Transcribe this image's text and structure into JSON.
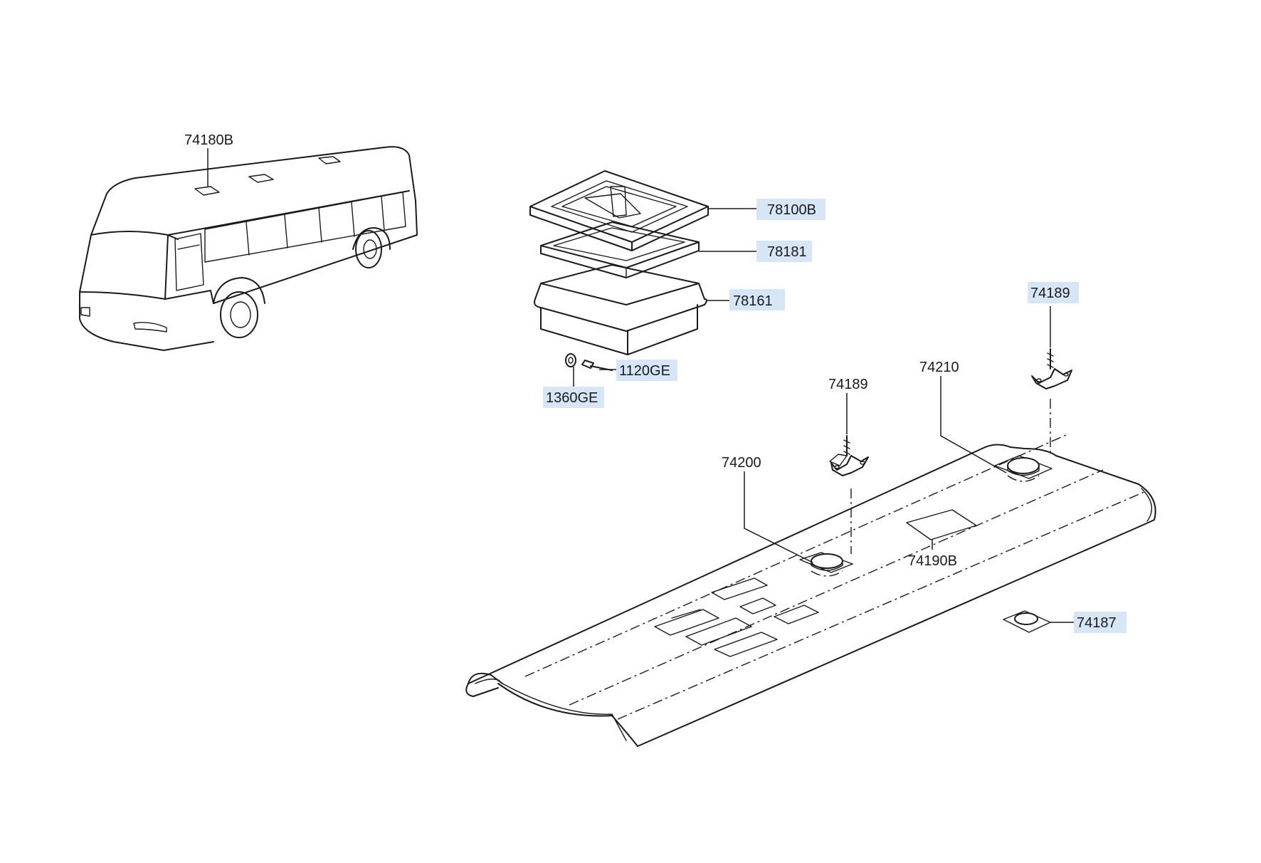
{
  "colors": {
    "highlight": "#d6e6f7",
    "line": "#1a1a1a",
    "background": "#ffffff"
  },
  "labels": {
    "bus_hatch": "74180B",
    "hatch_assy": "78100B",
    "frame_seal": "78181",
    "base_frame": "78161",
    "bolt": "1120GE",
    "washer": "1360GE",
    "clip_right": "74189",
    "clip_center": "74189",
    "grommet_right": "74210",
    "grommet_left": "74200",
    "roof_pad": "74190B",
    "plug": "74187"
  },
  "highlighted": [
    "78100B",
    "78181",
    "78161",
    "1120GE",
    "1360GE",
    "74189",
    "74187"
  ]
}
